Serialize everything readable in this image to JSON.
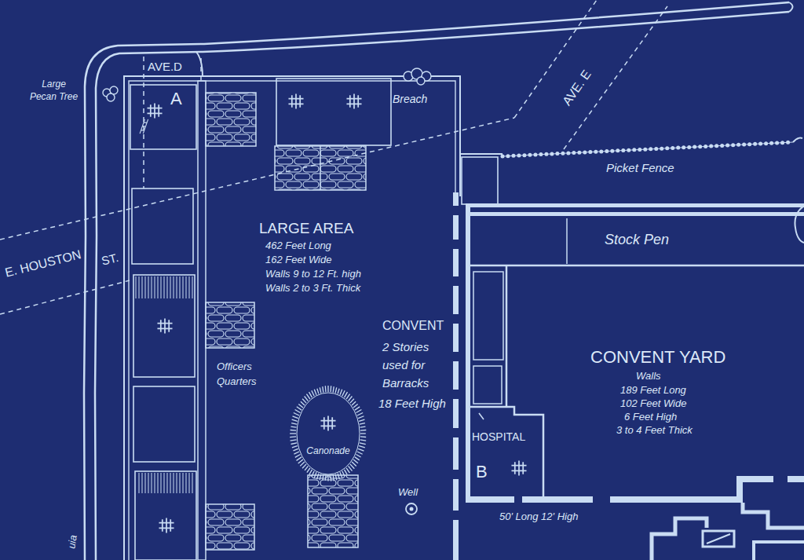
{
  "diagram": {
    "nodes": [
      {
        "text": [
          "LARGE AREA",
          "462 Feet Long",
          "162 Feet Wide",
          "Walls 9 to 12 Ft. high",
          "Walls 2 to 3 Ft. Thick"
        ]
      },
      {
        "text": [
          "A"
        ],
        "in": 0
      },
      {
        "text": [
          "Canonade"
        ],
        "in": 0
      },
      {
        "text": [
          "Stock Pen"
        ]
      },
      {
        "text": [
          "CONVENT YARD",
          "Walls",
          "189 Feet Long",
          "102 Feet Wide",
          "6 Feet High",
          "3 to 4 Feet Thick"
        ]
      },
      {
        "text": [
          "HOSPITAL",
          "B"
        ],
        "in": 4
      }
    ],
    "labels": [
      "AVE.D",
      "Large Pecan Tree",
      "Breach",
      "AVE. E",
      "Picket Fence",
      "E. HOUSTON",
      "ST.",
      "Officers Quarters",
      "CONVENT",
      "2 Stories used for Barracks",
      "18 Feet High",
      "Well",
      "50' Long 12' High",
      "uia"
    ]
  }
}
